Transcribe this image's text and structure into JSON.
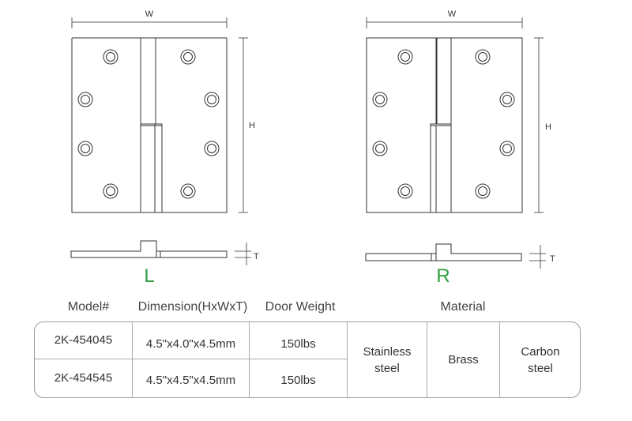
{
  "drawing": {
    "labels": {
      "width": "W",
      "height": "H",
      "thickness": "T",
      "left_variant": "L",
      "right_variant": "R"
    },
    "colors": {
      "line": "#333333",
      "variant_label": "#2e9e3e",
      "table_border": "#999999"
    }
  },
  "table": {
    "headers": {
      "model": "Model#",
      "dimension": "Dimension(HxWxT)",
      "door_weight": "Door Weight",
      "material": "Material"
    },
    "rows": [
      {
        "model": "2K-454045",
        "dimension": "4.5\"x4.0\"x4.5mm",
        "door_weight": "150lbs"
      },
      {
        "model": "2K-454545",
        "dimension": "4.5\"x4.5\"x4.5mm",
        "door_weight": "150lbs"
      }
    ],
    "materials": [
      {
        "line1": "Stainless",
        "line2": "steel"
      },
      {
        "line1": "Brass",
        "line2": ""
      },
      {
        "line1": "Carbon",
        "line2": "steel"
      }
    ]
  }
}
